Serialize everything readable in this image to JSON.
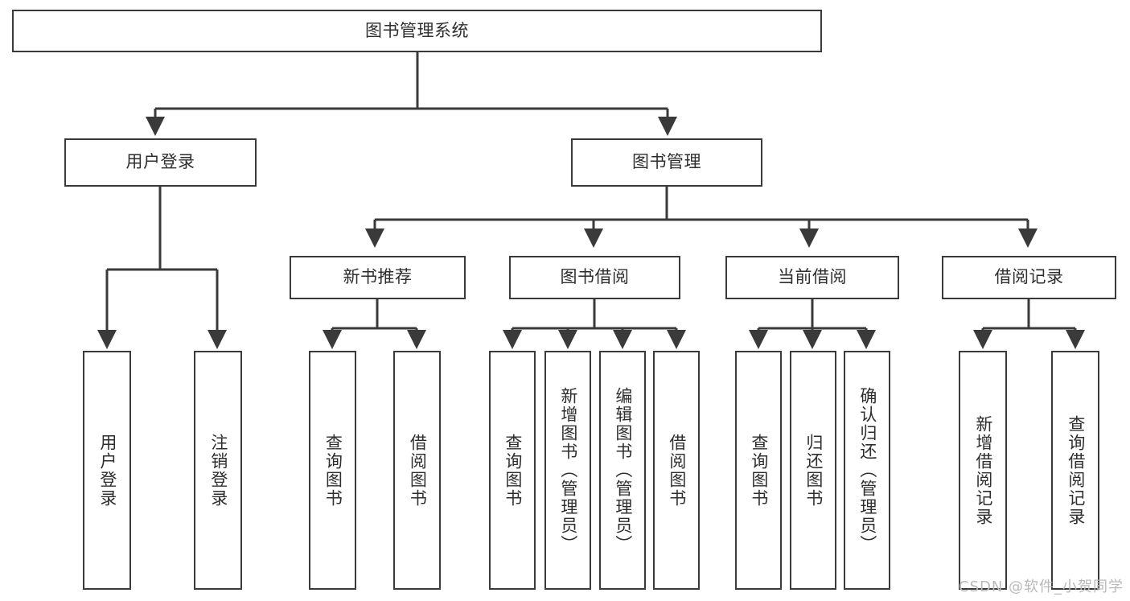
{
  "diagram": {
    "type": "tree-hierarchy-chart",
    "title_box": {
      "label": "图书管理系统"
    },
    "level2": [
      {
        "id": "user-login",
        "label": "用户登录"
      },
      {
        "id": "book-management",
        "label": "图书管理"
      }
    ],
    "level3": [
      {
        "id": "new-book-recommend",
        "label": "新书推荐"
      },
      {
        "id": "book-borrow",
        "label": "图书借阅"
      },
      {
        "id": "current-borrow",
        "label": "当前借阅"
      },
      {
        "id": "borrow-record",
        "label": "借阅记录"
      }
    ],
    "leaves": {
      "user_login": [
        {
          "id": "leaf-user-login",
          "label": "用户登录"
        },
        {
          "id": "leaf-logout-login",
          "label": "注销登录"
        }
      ],
      "new_book_recommend": [
        {
          "id": "leaf-query-book-1",
          "label": "查询图书"
        },
        {
          "id": "leaf-borrow-book-1",
          "label": "借阅图书"
        }
      ],
      "book_borrow": [
        {
          "id": "leaf-query-book-2",
          "label": "查询图书"
        },
        {
          "id": "leaf-add-book",
          "label": "新增图书（管理员）"
        },
        {
          "id": "leaf-edit-book",
          "label": "编辑图书（管理员）"
        },
        {
          "id": "leaf-borrow-book-2",
          "label": "借阅图书"
        }
      ],
      "current_borrow": [
        {
          "id": "leaf-query-book-3",
          "label": "查询图书"
        },
        {
          "id": "leaf-return-book",
          "label": "归还图书"
        },
        {
          "id": "leaf-confirm-return",
          "label": "确认归还（管理员）"
        }
      ],
      "borrow_record": [
        {
          "id": "leaf-add-record",
          "label": "新增借阅记录"
        },
        {
          "id": "leaf-query-record",
          "label": "查询借阅记录"
        }
      ]
    },
    "watermark": {
      "text": "CSDN @软件_小贺同学"
    },
    "colors": {
      "stroke": "#3a3a3a",
      "text": "#2e2e2e",
      "background": "#ffffff",
      "watermark": "#b9b9b9"
    }
  }
}
